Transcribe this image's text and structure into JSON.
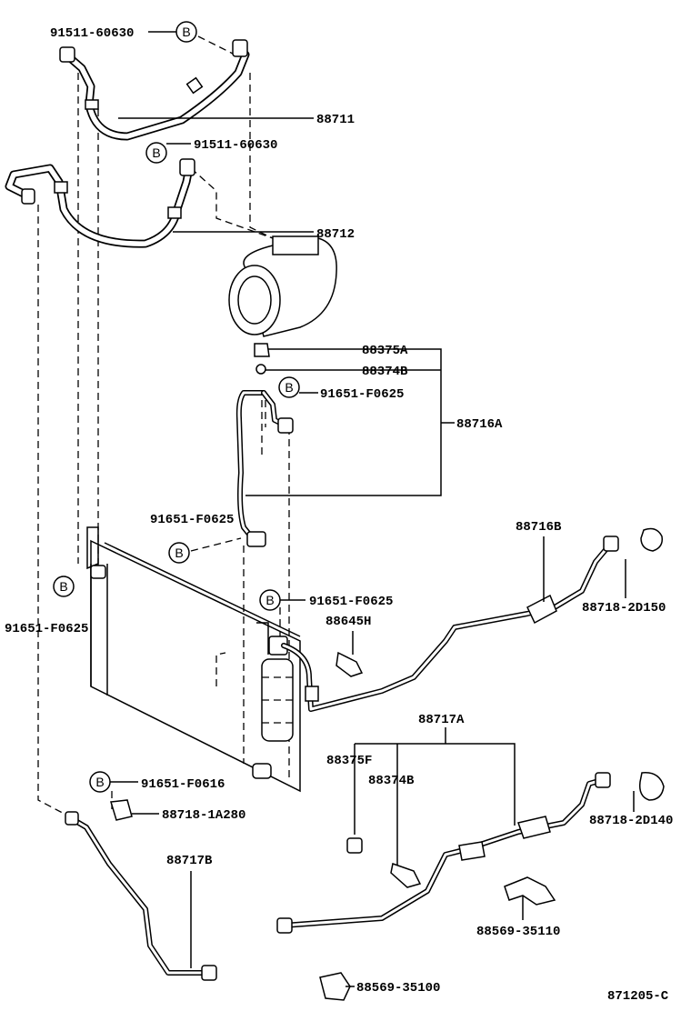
{
  "diagram_code": "871205-C",
  "bolt_marker": "B",
  "labels": {
    "p91511_60630_top": "91511-60630",
    "p88711": "88711",
    "p91511_60630_mid": "91511-60630",
    "p88712": "88712",
    "p88375A": "88375A",
    "p88374B_top": "88374B",
    "p91651_F0625_a": "91651-F0625",
    "p88716A": "88716A",
    "p91651_F0625_b": "91651-F0625",
    "p88716B": "88716B",
    "p88718_2D150": "88718-2D150",
    "p91651_F0625_left": "91651-F0625",
    "p91651_F0625_c": "91651-F0625",
    "p88645H": "88645H",
    "p88717A": "88717A",
    "p88375F": "88375F",
    "p88374B_bottom": "88374B",
    "p88718_2D140": "88718-2D140",
    "p91651_F0616": "91651-F0616",
    "p88718_1A280": "88718-1A280",
    "p88717B": "88717B",
    "p88569_35110": "88569-35110",
    "p88569_35100": "88569-35100"
  }
}
